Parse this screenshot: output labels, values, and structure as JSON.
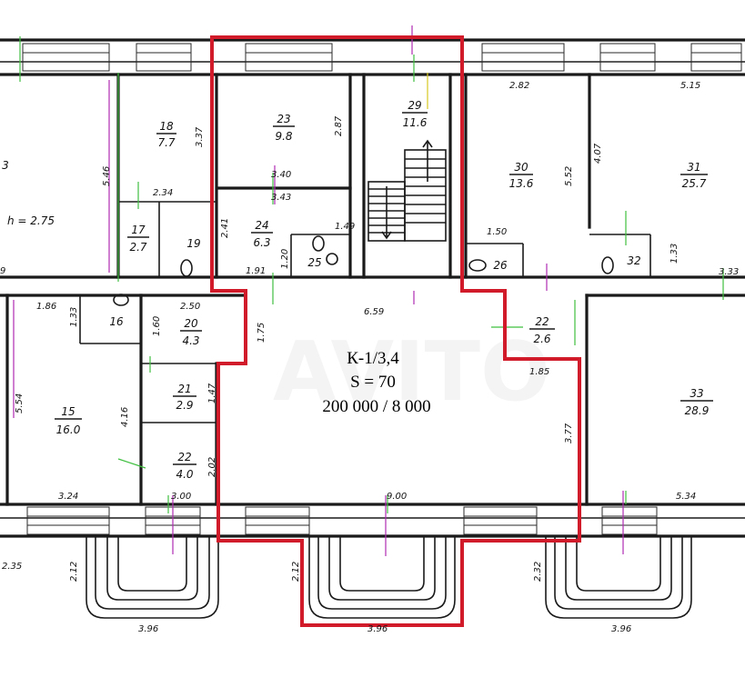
{
  "listing": {
    "code": "К-1/3,4",
    "area": "S = 70",
    "price": "200 000 / 8 000"
  },
  "rooms": [
    {
      "id": "room-18",
      "num": "18",
      "area": "7.7"
    },
    {
      "id": "room-23",
      "num": "23",
      "area": "9.8"
    },
    {
      "id": "room-29",
      "num": "29",
      "area": "11.6"
    },
    {
      "id": "room-30",
      "num": "30",
      "area": "13.6"
    },
    {
      "id": "room-31",
      "num": "31",
      "area": "25.7"
    },
    {
      "id": "room-17",
      "num": "17",
      "area": "2.7"
    },
    {
      "id": "room-19",
      "num": "19",
      "area": ""
    },
    {
      "id": "room-24",
      "num": "24",
      "area": "6.3"
    },
    {
      "id": "room-25",
      "num": "25",
      "area": ""
    },
    {
      "id": "room-26",
      "num": "26",
      "area": ""
    },
    {
      "id": "room-32",
      "num": "32",
      "area": ""
    },
    {
      "id": "room-16",
      "num": "16",
      "area": ""
    },
    {
      "id": "room-20",
      "num": "20",
      "area": "4.3"
    },
    {
      "id": "room-22b",
      "num": "22",
      "area": "2.6"
    },
    {
      "id": "room-21",
      "num": "21",
      "area": "2.9"
    },
    {
      "id": "room-22a",
      "num": "22",
      "area": "4.0"
    },
    {
      "id": "room-15",
      "num": "15",
      "area": "16.0"
    },
    {
      "id": "room-33",
      "num": "33",
      "area": "28.9"
    }
  ],
  "partial_labels": {
    "left_top": "3",
    "ceiling_height": "h = 2.75"
  },
  "dimensions": {
    "d282a": "2.82",
    "d515": "5.15",
    "d337": "3.37",
    "d287": "2.87",
    "d340": "3.40",
    "d343": "3.43",
    "d546": "5.46",
    "d234": "2.34",
    "d552": "5.52",
    "d407": "4.07",
    "d241": "2.41",
    "d149": "1.49",
    "d150": "1.50",
    "d133a": "1.33",
    "d191": "1.91",
    "d120": "1.20",
    "d333": "3.33",
    "d9": "9",
    "d186": "1.86",
    "d250": "2.50",
    "d659": "6.59",
    "d133b": "1.33",
    "d160": "1.60",
    "d175": "1.75",
    "d185": "1.85",
    "d554": "5.54",
    "d416": "4.16",
    "d147": "1.47",
    "d377": "3.77",
    "d202": "2.02",
    "d324": "3.24",
    "d300": "3.00",
    "d900": "9.00",
    "d534": "5.34",
    "d235": "2.35",
    "d212a": "2.12",
    "d212b": "2.12",
    "d232": "2.32",
    "d396a": "3.96",
    "d396b": "3.96",
    "d396c": "3.96"
  },
  "colors": {
    "outline": "#d11a2a",
    "walls": "#1a1a1a",
    "annot_green": "#3fbf3f",
    "annot_magenta": "#b02bb0"
  }
}
